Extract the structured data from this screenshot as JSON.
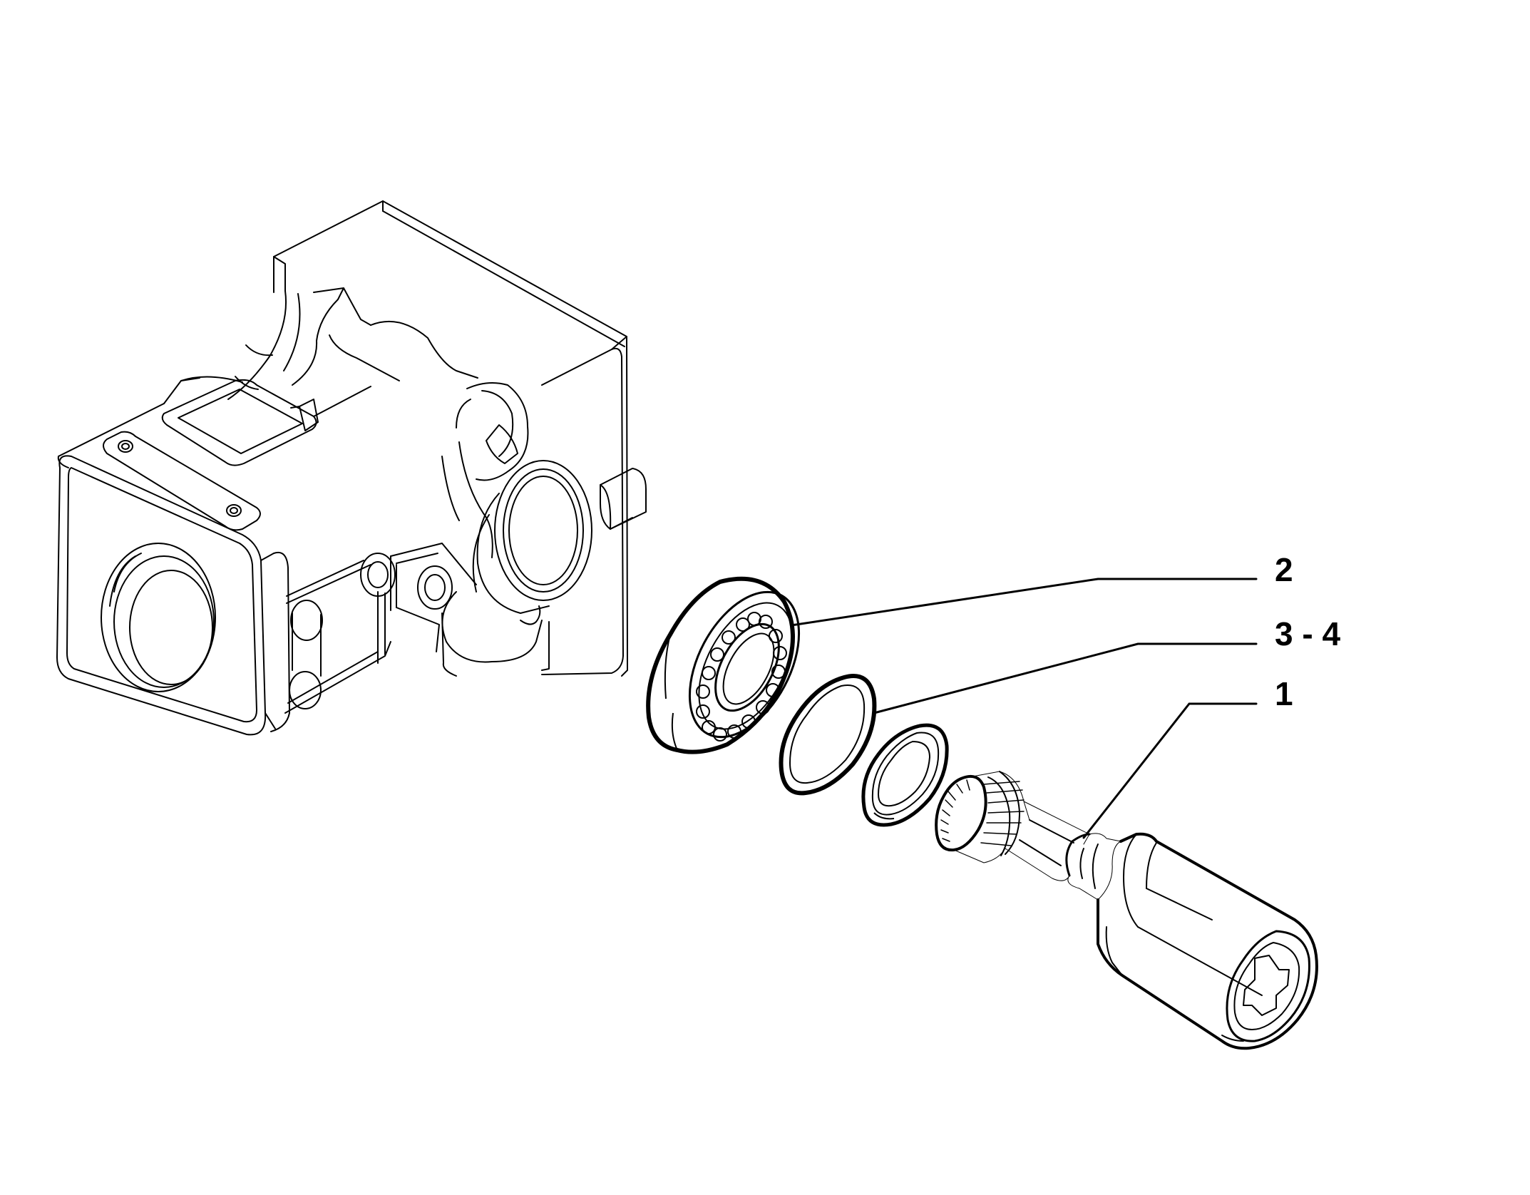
{
  "diagram": {
    "callouts": [
      {
        "id": "bearing",
        "label": "2"
      },
      {
        "id": "rings",
        "label": "3 - 4"
      },
      {
        "id": "shaft",
        "label": "1"
      }
    ],
    "colors": {
      "ink": "#000000",
      "background": "#ffffff"
    }
  }
}
